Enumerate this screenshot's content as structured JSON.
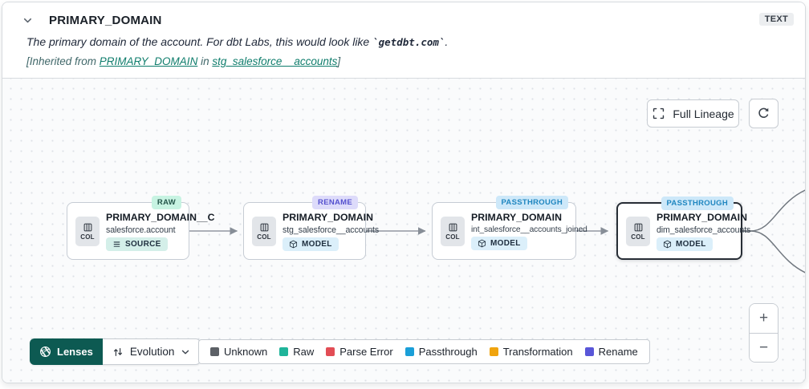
{
  "header": {
    "title": "PRIMARY_DOMAIN",
    "type_badge": "TEXT",
    "description": {
      "prefix": "The primary domain of the account. For dbt Labs, this would look like ",
      "code": "`getdbt.com`",
      "suffix": "."
    },
    "inherited": {
      "prefix": "[Inherited from ",
      "link_column": "PRIMARY_DOMAIN",
      "middle": " in ",
      "link_model": "stg_salesforce__accounts",
      "suffix": "]"
    }
  },
  "toolbar": {
    "full_lineage_label": "Full Lineage"
  },
  "nodes": [
    {
      "tag": {
        "label": "RAW",
        "bg": "#c7f3e2",
        "fg": "#24554a"
      },
      "col_label": "COL",
      "title": "PRIMARY_DOMAIN__C",
      "subtitle": "salesforce.account",
      "badge": {
        "label": "SOURCE",
        "bg": "#d4efe9"
      }
    },
    {
      "tag": {
        "label": "RENAME",
        "bg": "#dddbfa",
        "fg": "#5551cf"
      },
      "col_label": "COL",
      "title": "PRIMARY_DOMAIN",
      "subtitle": "stg_salesforce__accounts",
      "badge": {
        "label": "MODEL",
        "bg": "#dbeffa"
      }
    },
    {
      "tag": {
        "label": "PASSTHROUGH",
        "bg": "#cde8f9",
        "fg": "#1f86c0"
      },
      "col_label": "COL",
      "title": "PRIMARY_DOMAIN",
      "subtitle": "int_salesforce__accounts_joined",
      "badge": {
        "label": "MODEL",
        "bg": "#dbeffa"
      }
    },
    {
      "tag": {
        "label": "PASSTHROUGH",
        "bg": "#cde8f9",
        "fg": "#1f86c0"
      },
      "col_label": "COL",
      "title": "PRIMARY_DOMAIN",
      "subtitle": "dim_salesforce_accounts",
      "badge": {
        "label": "MODEL",
        "bg": "#dbeffa"
      }
    }
  ],
  "lenses": {
    "button_label": "Lenses",
    "button_bg": "#0d5a52",
    "selected_lens": "Evolution"
  },
  "legend": {
    "items": [
      {
        "label": "Unknown",
        "color": "#5c6066"
      },
      {
        "label": "Raw",
        "color": "#1fb49a"
      },
      {
        "label": "Parse Error",
        "color": "#e24d55"
      },
      {
        "label": "Passthrough",
        "color": "#1a9fd8"
      },
      {
        "label": "Transformation",
        "color": "#f0a40e"
      },
      {
        "label": "Rename",
        "color": "#5956d8"
      }
    ]
  },
  "zoom_controls": {
    "zoom_in": "+",
    "zoom_out": "−"
  }
}
